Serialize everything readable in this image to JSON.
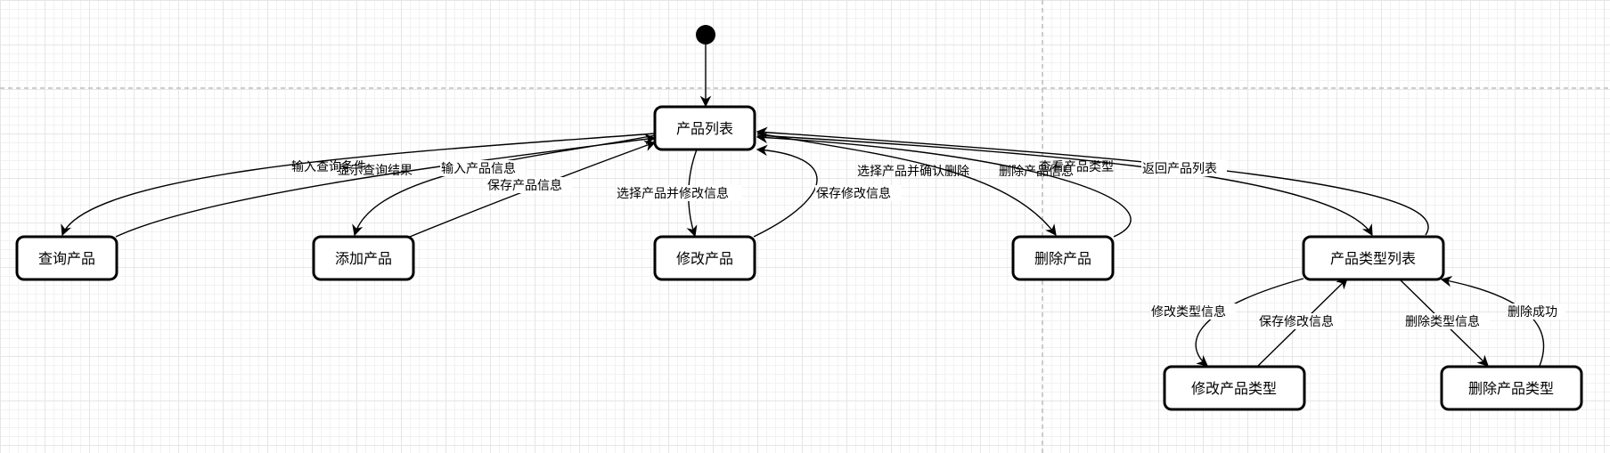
{
  "diagram": {
    "start_node": "initial-state",
    "states": [
      {
        "id": "product-list",
        "label": "产品列表"
      },
      {
        "id": "query-product",
        "label": "查询产品"
      },
      {
        "id": "add-product",
        "label": "添加产品"
      },
      {
        "id": "modify-product",
        "label": "修改产品"
      },
      {
        "id": "delete-product",
        "label": "删除产品"
      },
      {
        "id": "product-type-list",
        "label": "产品类型列表"
      },
      {
        "id": "modify-product-type",
        "label": "修改产品类型"
      },
      {
        "id": "delete-product-type",
        "label": "删除产品类型"
      }
    ],
    "transitions": [
      {
        "id": "start",
        "from": "initial-state",
        "to": "product-list",
        "label": ""
      },
      {
        "id": "input-query",
        "from": "product-list",
        "to": "query-product",
        "label": "输入查询条件"
      },
      {
        "id": "show-results",
        "from": "query-product",
        "to": "product-list",
        "label": "显示查询结果"
      },
      {
        "id": "input-product-info",
        "from": "product-list",
        "to": "add-product",
        "label": "输入产品信息"
      },
      {
        "id": "save-product-info",
        "from": "add-product",
        "to": "product-list",
        "label": "保存产品信息"
      },
      {
        "id": "select-and-modify",
        "from": "product-list",
        "to": "modify-product",
        "label": "选择产品并修改信息"
      },
      {
        "id": "save-modify",
        "from": "modify-product",
        "to": "product-list",
        "label": "保存修改信息"
      },
      {
        "id": "select-and-delete",
        "from": "product-list",
        "to": "delete-product",
        "label": "选择产品并确认删除"
      },
      {
        "id": "delete-info",
        "from": "delete-product",
        "to": "product-list",
        "label": "删除产品信息"
      },
      {
        "id": "view-types",
        "from": "product-list",
        "to": "product-type-list",
        "label": "查看产品类型"
      },
      {
        "id": "return-list",
        "from": "product-type-list",
        "to": "product-list",
        "label": "返回产品列表"
      },
      {
        "id": "modify-type-info",
        "from": "product-type-list",
        "to": "modify-product-type",
        "label": "修改类型信息"
      },
      {
        "id": "save-type-modify",
        "from": "modify-product-type",
        "to": "product-type-list",
        "label": "保存修改信息"
      },
      {
        "id": "delete-type-info",
        "from": "product-type-list",
        "to": "delete-product-type",
        "label": "删除类型信息"
      },
      {
        "id": "delete-success",
        "from": "delete-product-type",
        "to": "product-type-list",
        "label": "删除成功"
      }
    ]
  },
  "colors": {
    "stroke": "#000000",
    "fill": "#ffffff",
    "grid": "#e6e6e6",
    "guide": "#bdbdbd"
  }
}
